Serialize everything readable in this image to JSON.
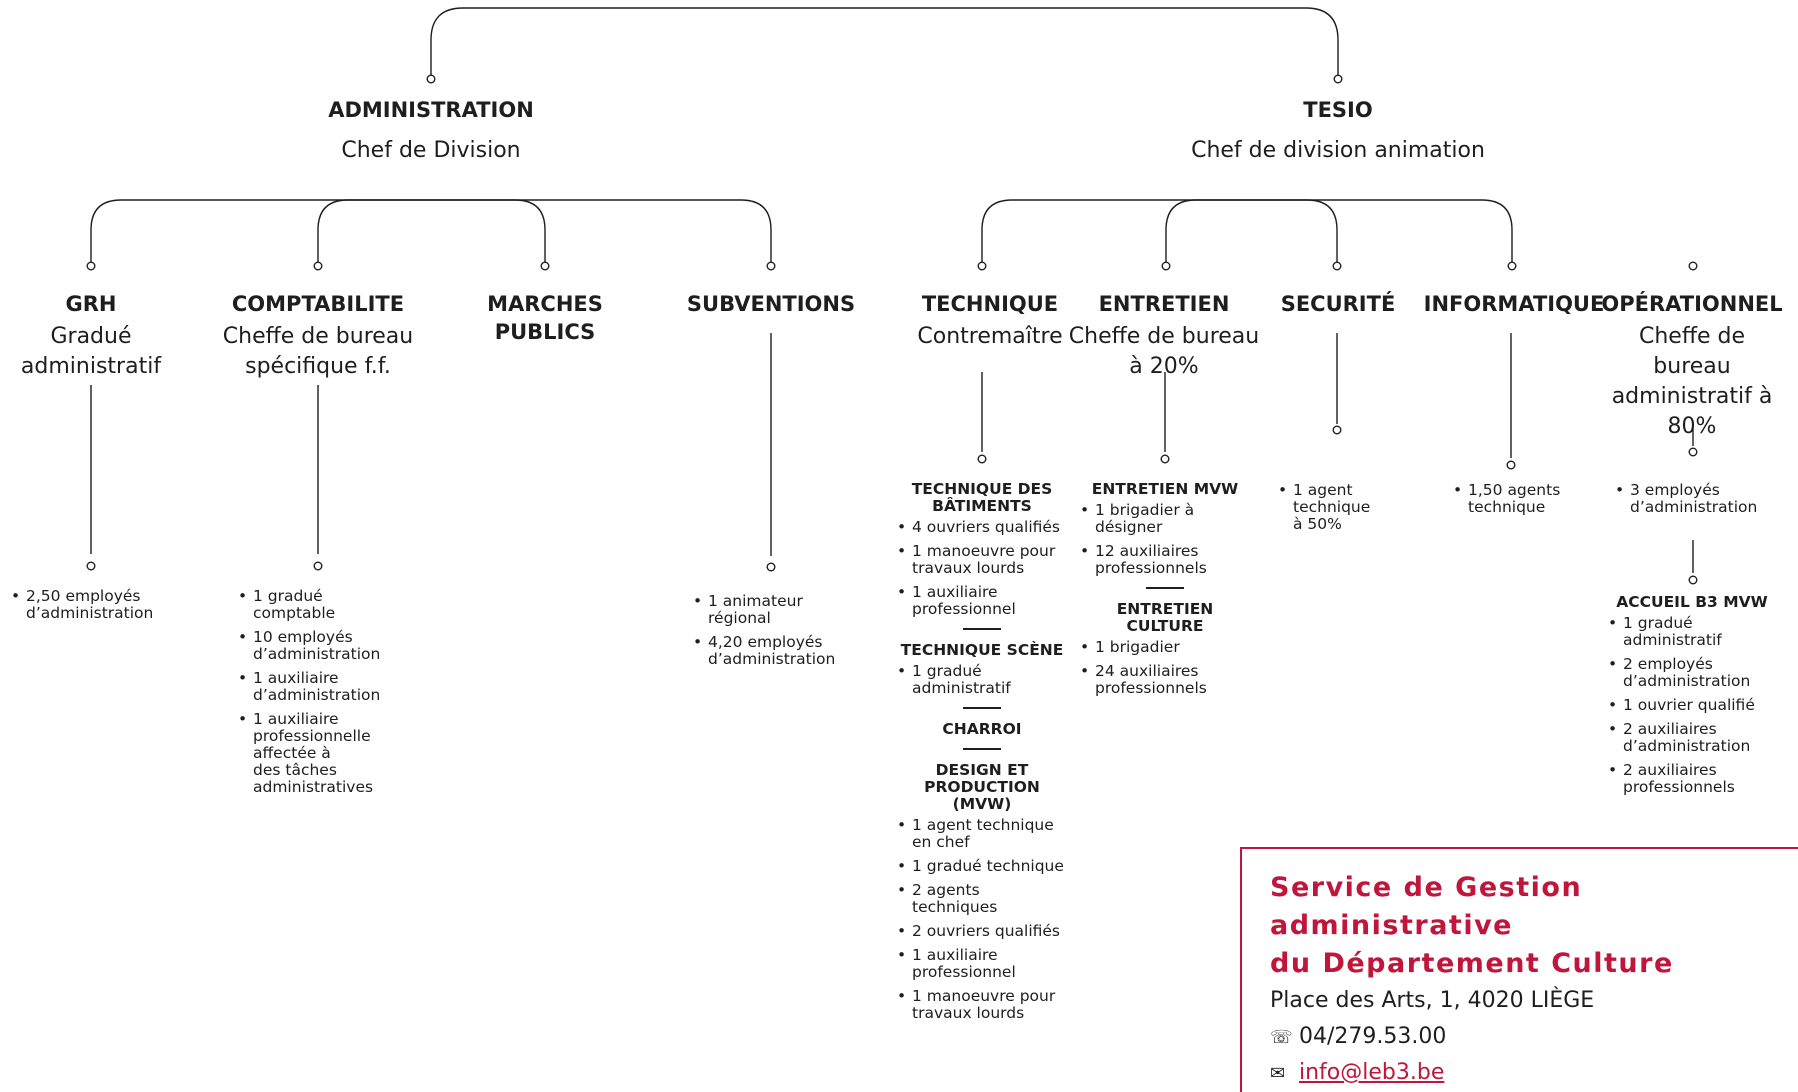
{
  "top": {
    "administration": {
      "head": "ADMINISTRATION",
      "role": "Chef de Division"
    },
    "tesio": {
      "head": "TESIO",
      "role": "Chef de division animation"
    }
  },
  "admin_units": [
    {
      "head": "GRH",
      "role": "Gradué\nadministratif",
      "items": [
        "2,50 employés\nd’administration"
      ]
    },
    {
      "head": "COMPTABILITE",
      "role": "Cheffe de bureau\nspécifique f.f.",
      "items": [
        "1 gradué\ncomptable",
        "10 employés\nd’administration",
        "1 auxiliaire\nd’administration",
        "1 auxiliaire\nprofessionnelle\naffectée à\ndes tâches\nadministratives"
      ]
    },
    {
      "head": "MARCHES\nPUBLICS",
      "role": "",
      "items": []
    },
    {
      "head": "SUBVENTIONS",
      "role": "",
      "items": [
        "1 animateur\nrégional",
        "4,20 employés\nd’administration"
      ]
    }
  ],
  "tesio_units": [
    {
      "head": "TECHNIQUE",
      "role": "Contremaître",
      "subsections": [
        {
          "title": "TECHNIQUE DES\nBÂTIMENTS",
          "items": [
            "4 ouvriers qualifiés",
            "1 manoeuvre pour\ntravaux lourds",
            "1 auxiliaire\nprofessionnel"
          ]
        },
        {
          "title": "TECHNIQUE SCÈNE",
          "items": [
            "1 gradué\nadministratif"
          ]
        },
        {
          "title": "CHARROI",
          "items": []
        },
        {
          "title": "DESIGN ET\nPRODUCTION (MVW)",
          "items": [
            "1 agent technique\nen chef",
            "1 gradué technique",
            "2 agents\ntechniques",
            "2 ouvriers qualifiés",
            "1 auxiliaire\nprofessionnel",
            "1 manoeuvre pour\ntravaux lourds"
          ]
        }
      ]
    },
    {
      "head": "ENTRETIEN",
      "role": "Cheffe de bureau\nà 20%",
      "subsections": [
        {
          "title": "ENTRETIEN MVW",
          "items": [
            "1 brigadier à\ndésigner",
            "12 auxiliaires\nprofessionnels"
          ]
        },
        {
          "title": "ENTRETIEN CULTURE",
          "items": [
            "1 brigadier",
            "24 auxiliaires\nprofessionnels"
          ]
        }
      ]
    },
    {
      "head": "SECURITÉ",
      "role": "",
      "items": [
        "1 agent\ntechnique\nà 50%"
      ]
    },
    {
      "head": "INFORMATIQUE",
      "role": "",
      "items": [
        "1,50 agents\ntechnique"
      ]
    },
    {
      "head": "OPÉRATIONNEL",
      "role": "Cheffe de bureau\nadministratif à\n80%",
      "items": [
        "3 employés\nd’administration"
      ],
      "subsections": [
        {
          "title": "ACCUEIL B3 MVW",
          "items": [
            "1 gradué\nadministratif",
            "2 employés\nd’administration",
            "1 ouvrier qualifié",
            "2 auxiliaires\nd’administration",
            "2 auxiliaires\nprofessionnels"
          ]
        }
      ]
    }
  ],
  "info_box": {
    "title": "Service de Gestion administrative\ndu Département Culture",
    "address": "Place des Arts, 1, 4020 LIÈGE",
    "phone_icon": "phone-icon",
    "phone": "04/279.53.00",
    "email_icon": "mail-icon",
    "email": "info@leb3.be"
  },
  "colors": {
    "text": "#1e1e1e",
    "accent": "#c0163c"
  }
}
